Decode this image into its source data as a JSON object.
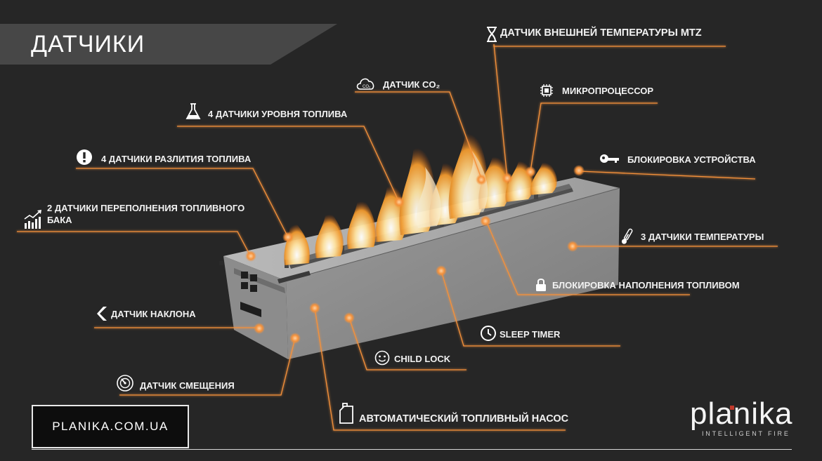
{
  "title": "ДАТЧИКИ",
  "labels": {
    "ext_temp": "ДАТЧИК ВНЕШНЕЙ ТЕМПЕРАТУРЫ MTZ",
    "co2": "ДАТЧИК CO₂",
    "cpu": "МИКРОПРОЦЕССОР",
    "fuel_level": "4 ДАТЧИКИ УРОВНЯ ТОПЛИВА",
    "spill": "4 ДАТЧИКИ РАЗЛИТИЯ ТОПЛИВА",
    "lock_device": "БЛОКИРОВКА УСТРОЙСТВА",
    "overflow_1": "2 ДАТЧИКИ ПЕРЕПОЛНЕНИЯ ТОПЛИВНОГО",
    "overflow_2": "БАКА",
    "temp3": "3 ДАТЧИКИ ТЕМПЕРАТУРЫ",
    "fill_lock": "БЛОКИРОВКА НАПОЛНЕНИЯ ТОПЛИВОМ",
    "tilt": "ДАТЧИК НАКЛОНА",
    "sleep": "SLEEP TIMER",
    "child": "CHILD LOCK",
    "shift": "ДАТЧИК СМЕЩЕНИЯ",
    "pump": "АВТОМАТИЧЕСКИЙ ТОПЛИВНЫЙ НАСОС"
  },
  "icons": {
    "ext_temp": "hourglass-icon",
    "co2": "cloud-co2-icon",
    "co2_text": "CO₂",
    "cpu": "chip-icon",
    "fuel_level": "flask-icon",
    "spill": "exclamation-icon",
    "lock_device": "key-icon",
    "overflow": "bar-chart-icon",
    "temp3": "thermometer-icon",
    "fill_lock": "padlock-icon",
    "tilt": "chevron-left-icon",
    "sleep": "clock-icon",
    "child": "smiley-icon",
    "shift": "shift-gauge-icon",
    "pump": "canister-icon"
  },
  "url": "PLANIKA.COM.UA",
  "logo": "planika",
  "tagline": "INTELLIGENT FIRE",
  "colors": {
    "accent": "#f5913a",
    "background": "#262626",
    "logo_dot": "#c0392b"
  }
}
